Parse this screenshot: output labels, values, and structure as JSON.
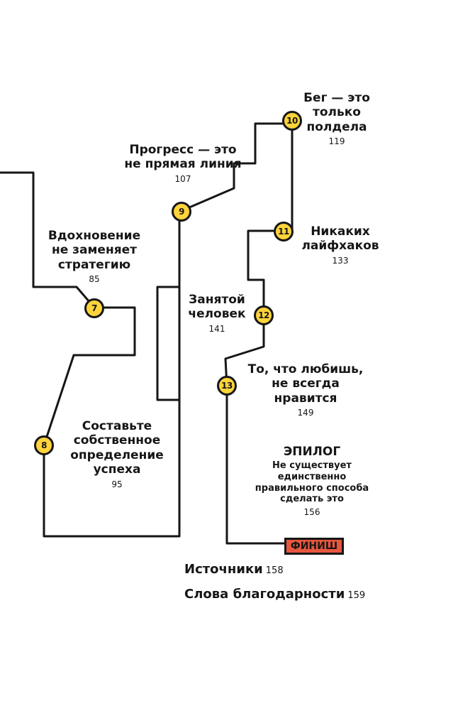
{
  "stops": [
    {
      "num": "7",
      "title_lines": [
        "Вдохновение",
        "не заменяет",
        "стратегию"
      ],
      "page": "85"
    },
    {
      "num": "8",
      "title_lines": [
        "Составьте",
        "собственное",
        "определение",
        "успеха"
      ],
      "page": "95"
    },
    {
      "num": "9",
      "title_lines": [
        "Прогресс — это",
        "не прямая линия"
      ],
      "page": "107"
    },
    {
      "num": "10",
      "title_lines": [
        "Бег — это",
        "только",
        "полдела"
      ],
      "page": "119"
    },
    {
      "num": "11",
      "title_lines": [
        "Никаких",
        "лайфхаков"
      ],
      "page": "133"
    },
    {
      "num": "12",
      "title_lines": [
        "Занятой",
        "человек"
      ],
      "page": "141"
    },
    {
      "num": "13",
      "title_lines": [
        "То, что любишь,",
        "не всегда",
        "нравится"
      ],
      "page": "149"
    }
  ],
  "epilogue": {
    "heading": "ЭПИЛОГ",
    "lines": [
      "Не существует",
      "единственно",
      "правильного способа",
      "сделать это"
    ],
    "page": "156"
  },
  "finish_label": "ФИНИШ",
  "back_matter": [
    {
      "title": "Источники",
      "page": "158"
    },
    {
      "title": "Слова благодарности",
      "page": "159"
    }
  ],
  "colors": {
    "stop_fill": "#ffd43b",
    "finish_fill": "#e8563e",
    "line": "#161616"
  }
}
